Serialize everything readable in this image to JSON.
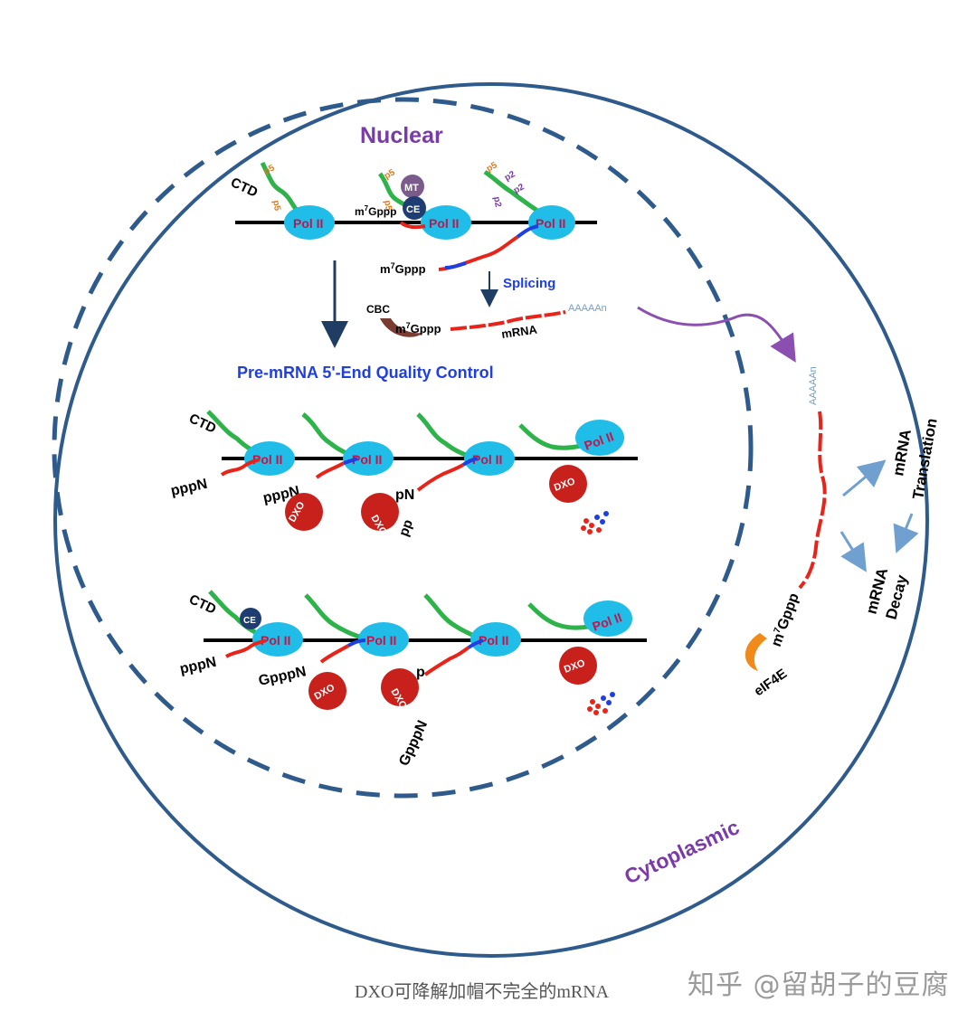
{
  "labels": {
    "nuclear": "Nuclear",
    "cytoplasmic": "Cytoplasmic",
    "ctd": "CTD",
    "pol2": "Pol II",
    "mt": "MT",
    "ce": "CE",
    "m7gppp": "m",
    "m7gppp_sup": "7",
    "m7gppp_tail": "Gppp",
    "splicing": "Splicing",
    "cbc": "CBC",
    "mrna": "mRNA",
    "polya": "AAAAAn",
    "qc_title": "Pre-mRNA 5'-End Quality Control",
    "pppN": "pppN",
    "pN": "pN",
    "pp": "pp",
    "gpppN": "GpppN",
    "p": "p",
    "dxo": "DXO",
    "mrna_translation_1": "mRNA",
    "mrna_translation_2": "Translation",
    "mrna_decay_1": "mRNA",
    "mrna_decay_2": "Decay",
    "eif4e": "eIF4E",
    "p5": "p5",
    "p2": "p2"
  },
  "caption": "DXO可降解加帽不完全的mRNA",
  "watermark": "知乎 @留胡子的豆腐",
  "colors": {
    "membrane": "#2f5b8c",
    "pol2": "#1fbde8",
    "pol2_text": "#c0164b",
    "rna": "#e8241a",
    "intron": "#1f3fe0",
    "ctd": "#2db34a",
    "dxo": "#c8211c",
    "ce": "#1f3d72",
    "mt": "#7b5a8c",
    "cbc": "#7a3b32",
    "eif4e": "#f08a1a",
    "nuclear_text": "#7a3aa8",
    "qc_text": "#1f3fe0",
    "arrow_purple": "#8a4fb0",
    "arrow_blue": "#6fa0d0"
  }
}
